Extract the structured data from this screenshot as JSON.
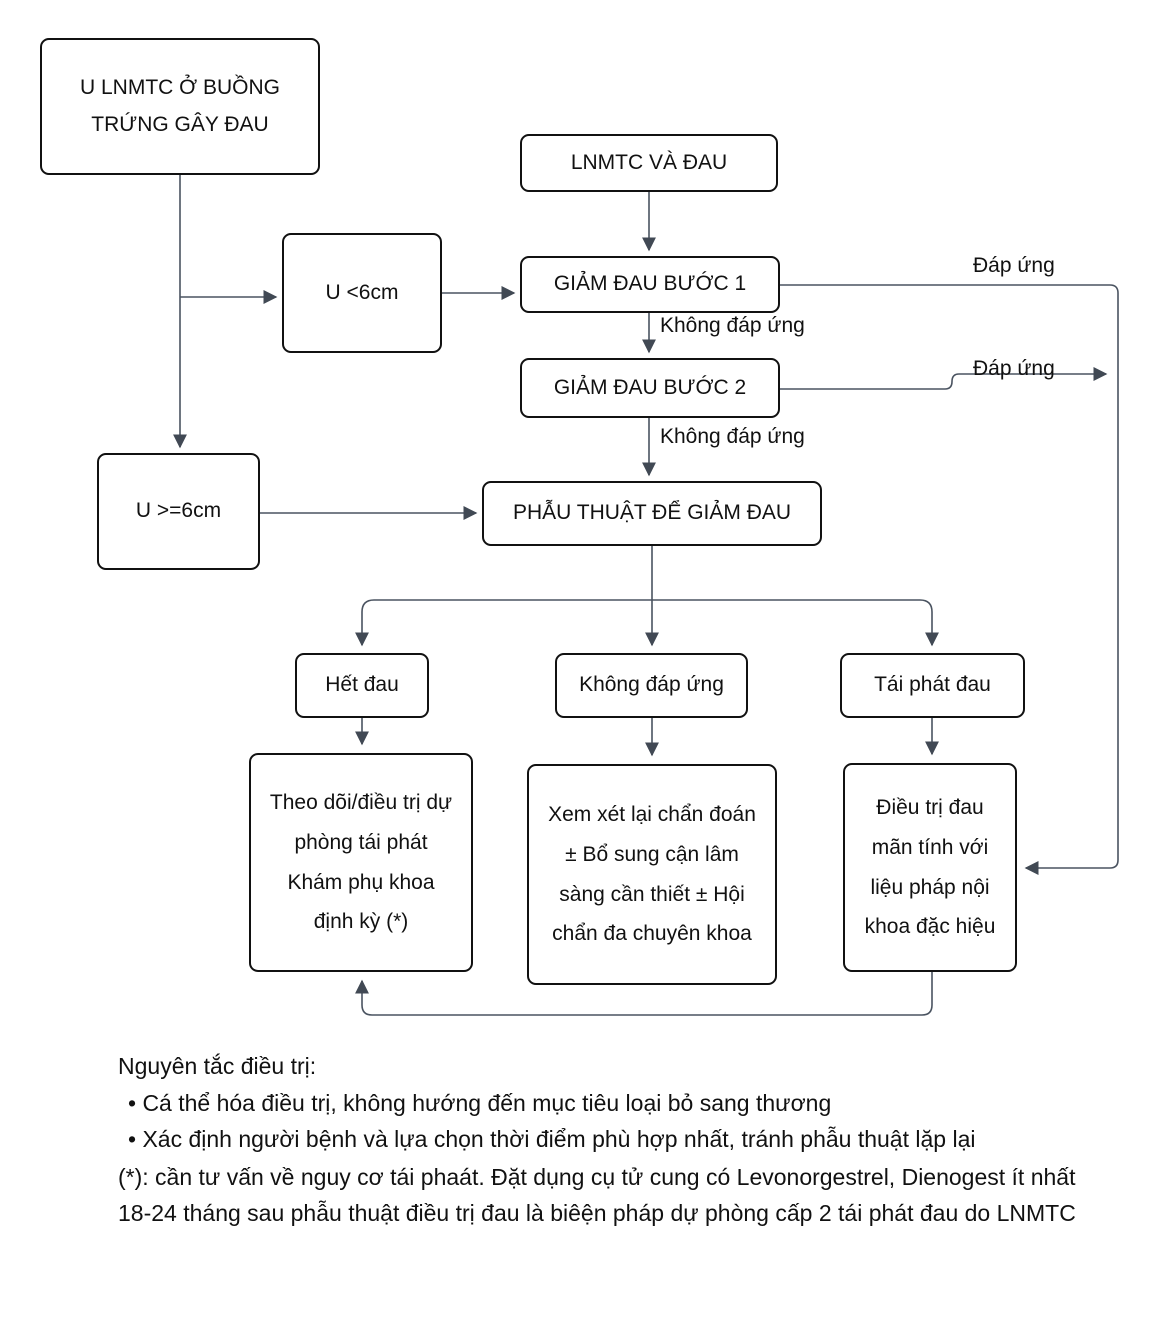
{
  "diagram": {
    "nodes": {
      "u_lnmtc": {
        "label": "U LNMTC Ở BUỒNG TRỨNG GÂY ĐAU"
      },
      "lnmtc_va_dau": {
        "label": "LNMTC VÀ ĐAU"
      },
      "u_lt_6cm": {
        "label": "U <6cm"
      },
      "giam_dau_buoc_1": {
        "label": "GIẢM ĐAU BƯỚC 1"
      },
      "giam_dau_buoc_2": {
        "label": "GIẢM ĐAU BƯỚC 2"
      },
      "u_ge_6cm": {
        "label": "U >=6cm"
      },
      "phau_thuat": {
        "label": "PHẪU THUẬT ĐỂ GIẢM ĐAU"
      },
      "het_dau": {
        "label": "Hết đau"
      },
      "khong_dap_ung": {
        "label": "Không đáp ứng"
      },
      "tai_phat_dau": {
        "label": "Tái phát đau"
      },
      "theo_doi": {
        "label": "Theo dõi/điều trị dự phòng tái phát Khám phụ khoa định kỳ (*)"
      },
      "xem_xet": {
        "label": "Xem xét lại chẩn đoán ± Bổ sung cận lâm sàng cần thiết ± Hội chẩn đa chuyên khoa"
      },
      "dieu_tri": {
        "label": "Điều trị đau mãn tính với liệu pháp nội khoa đặc hiệu"
      }
    },
    "edge_labels": {
      "dap_ung_1": "Đáp ứng",
      "dap_ung_2": "Đáp ứng",
      "khong_dap_ung_1": "Không đáp ứng",
      "khong_dap_ung_2": "Không đáp ứng"
    },
    "colors": {
      "background": "#ffffff",
      "node_border": "#111111",
      "text": "#111111",
      "connector_line": "#4a5360",
      "arrowhead": "#414954"
    }
  },
  "notes": {
    "title": "Nguyên tắc điều trị:",
    "bullets": [
      "• Cá thể hóa điều trị, không hướng đến mục tiêu loại bỏ sang thương",
      "• Xác định người bệnh và lựa chọn thời điểm phù hợp nhất, tránh phẫu thuật lặp lại"
    ],
    "footnote": "(*): cần tư vấn về nguy cơ tái phaát. Đặt dụng cụ tử cung có Levonorgestrel, Dienogest ít nhất 18-24 tháng sau phẫu thuật điều trị đau là biêện pháp dự phòng cấp 2 tái phát đau do LNMTC"
  }
}
